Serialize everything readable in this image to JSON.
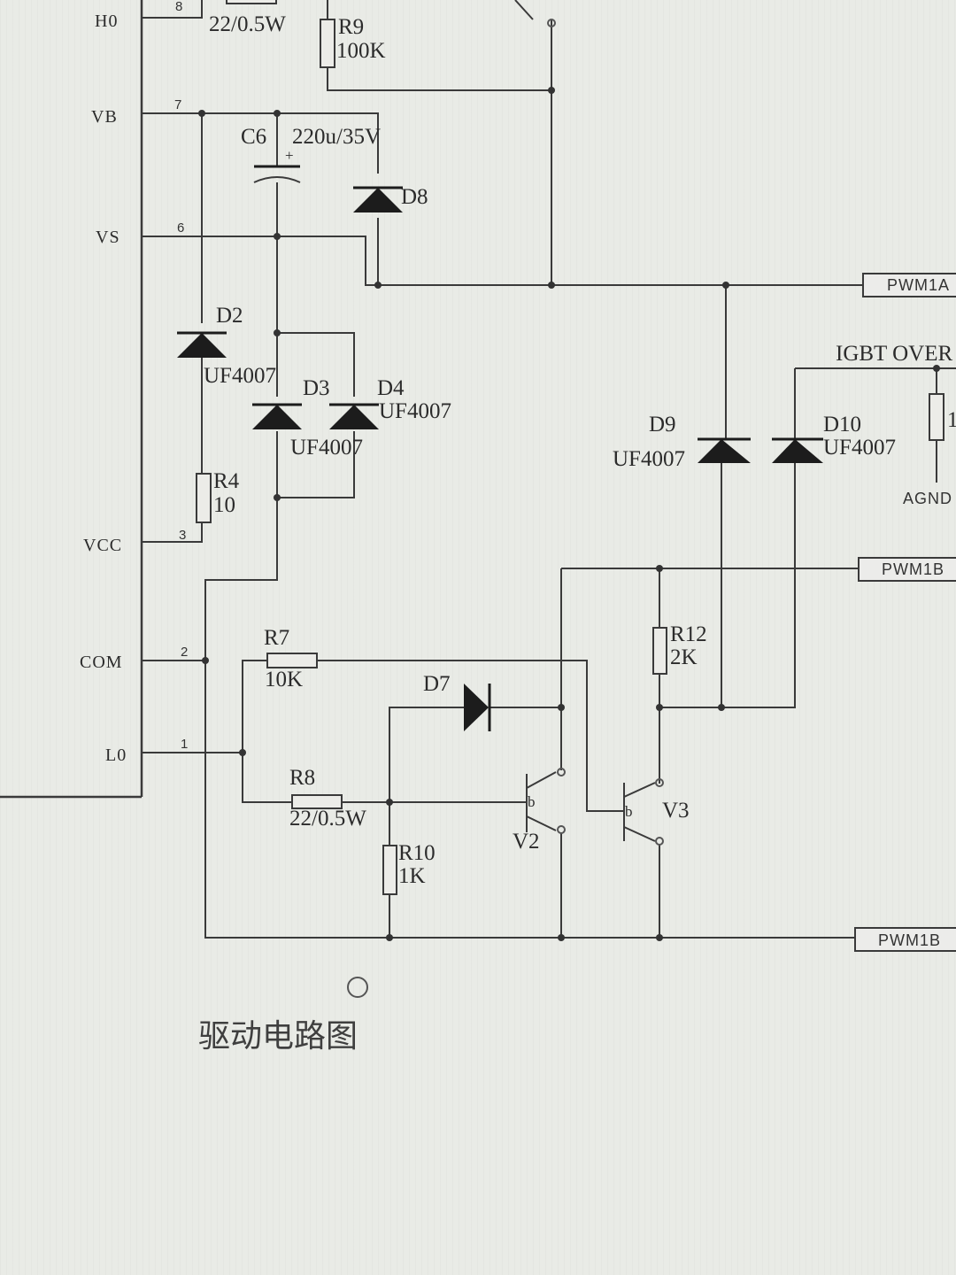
{
  "chip": {
    "pins": [
      {
        "name": "H0",
        "number": "8"
      },
      {
        "name": "VB",
        "number": "7"
      },
      {
        "name": "VS",
        "number": "6"
      },
      {
        "name": "VCC",
        "number": "3"
      },
      {
        "name": "COM",
        "number": "2"
      },
      {
        "name": "L0",
        "number": "1"
      }
    ]
  },
  "components": {
    "top_res": {
      "value": "22/0.5W"
    },
    "r9": {
      "ref": "R9",
      "value": "100K"
    },
    "c6": {
      "ref": "C6",
      "value": "220u/35V",
      "polarity": "+"
    },
    "d8": {
      "ref": "D8"
    },
    "d2": {
      "ref": "D2",
      "value": "UF4007"
    },
    "d3": {
      "ref": "D3",
      "value": "UF4007"
    },
    "d4": {
      "ref": "D4",
      "value": "UF4007"
    },
    "r4": {
      "ref": "R4",
      "value": "10"
    },
    "d9": {
      "ref": "D9",
      "value": "UF4007"
    },
    "d10": {
      "ref": "D10",
      "value": "UF4007"
    },
    "r12": {
      "ref": "R12",
      "value": "2K"
    },
    "r7": {
      "ref": "R7",
      "value": "10K"
    },
    "d7": {
      "ref": "D7"
    },
    "r8": {
      "ref": "R8",
      "value": "22/0.5W"
    },
    "r10": {
      "ref": "R10",
      "value": "1K"
    },
    "v2": {
      "ref": "V2",
      "base": "b"
    },
    "v3": {
      "ref": "V3",
      "base": "b"
    },
    "right_res": {
      "ref": "1"
    }
  },
  "ports": {
    "pwm1a": "PWM1A",
    "igbt": "IGBT OVER",
    "agnd": "AGND",
    "pwm1b_top": "PWM1B",
    "pwm1b_bottom": "PWM1B"
  },
  "caption": {
    "text": "驱动电路图"
  },
  "colors": {
    "paper": "#e9ebe6",
    "ink": "#2b2b2b"
  }
}
